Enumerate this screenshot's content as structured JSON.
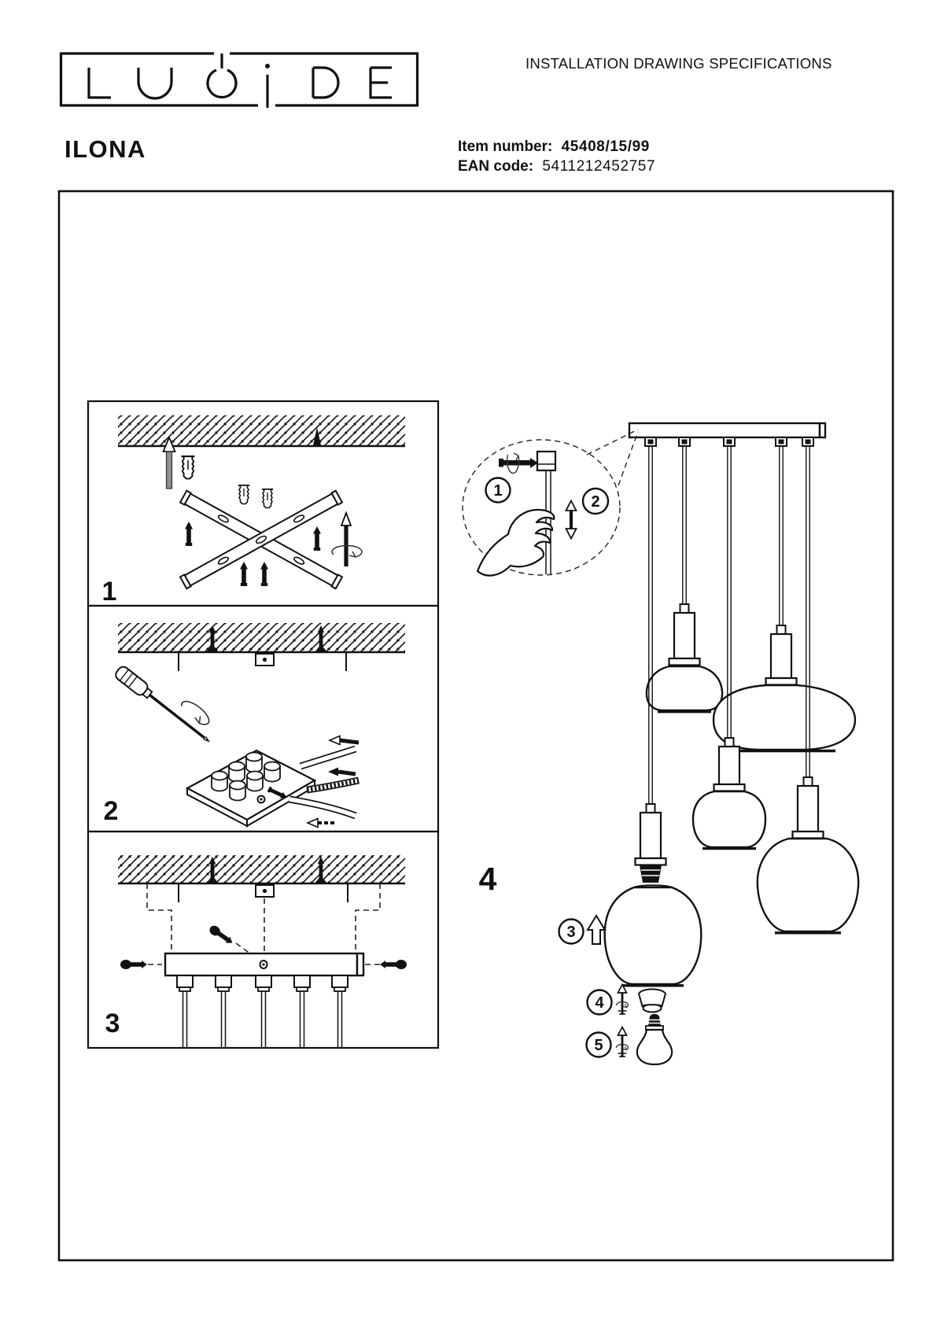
{
  "header": {
    "logo_text": "LUCIDE",
    "doc_title": "INSTALLATION DRAWING SPECIFICATIONS",
    "product_name": "ILONA",
    "item_number_label": "Item number:",
    "item_number_value": "45408/15/99",
    "ean_label": "EAN code:",
    "ean_value": "5411212452757"
  },
  "steps": {
    "one": "1",
    "two": "2",
    "three": "3",
    "four": "4"
  },
  "callouts": {
    "one": "1",
    "two": "2",
    "three": "3",
    "four": "4",
    "five": "5"
  },
  "colors": {
    "ink": "#111111",
    "paper": "#ffffff",
    "drill_gray": "#8f8f8f"
  }
}
